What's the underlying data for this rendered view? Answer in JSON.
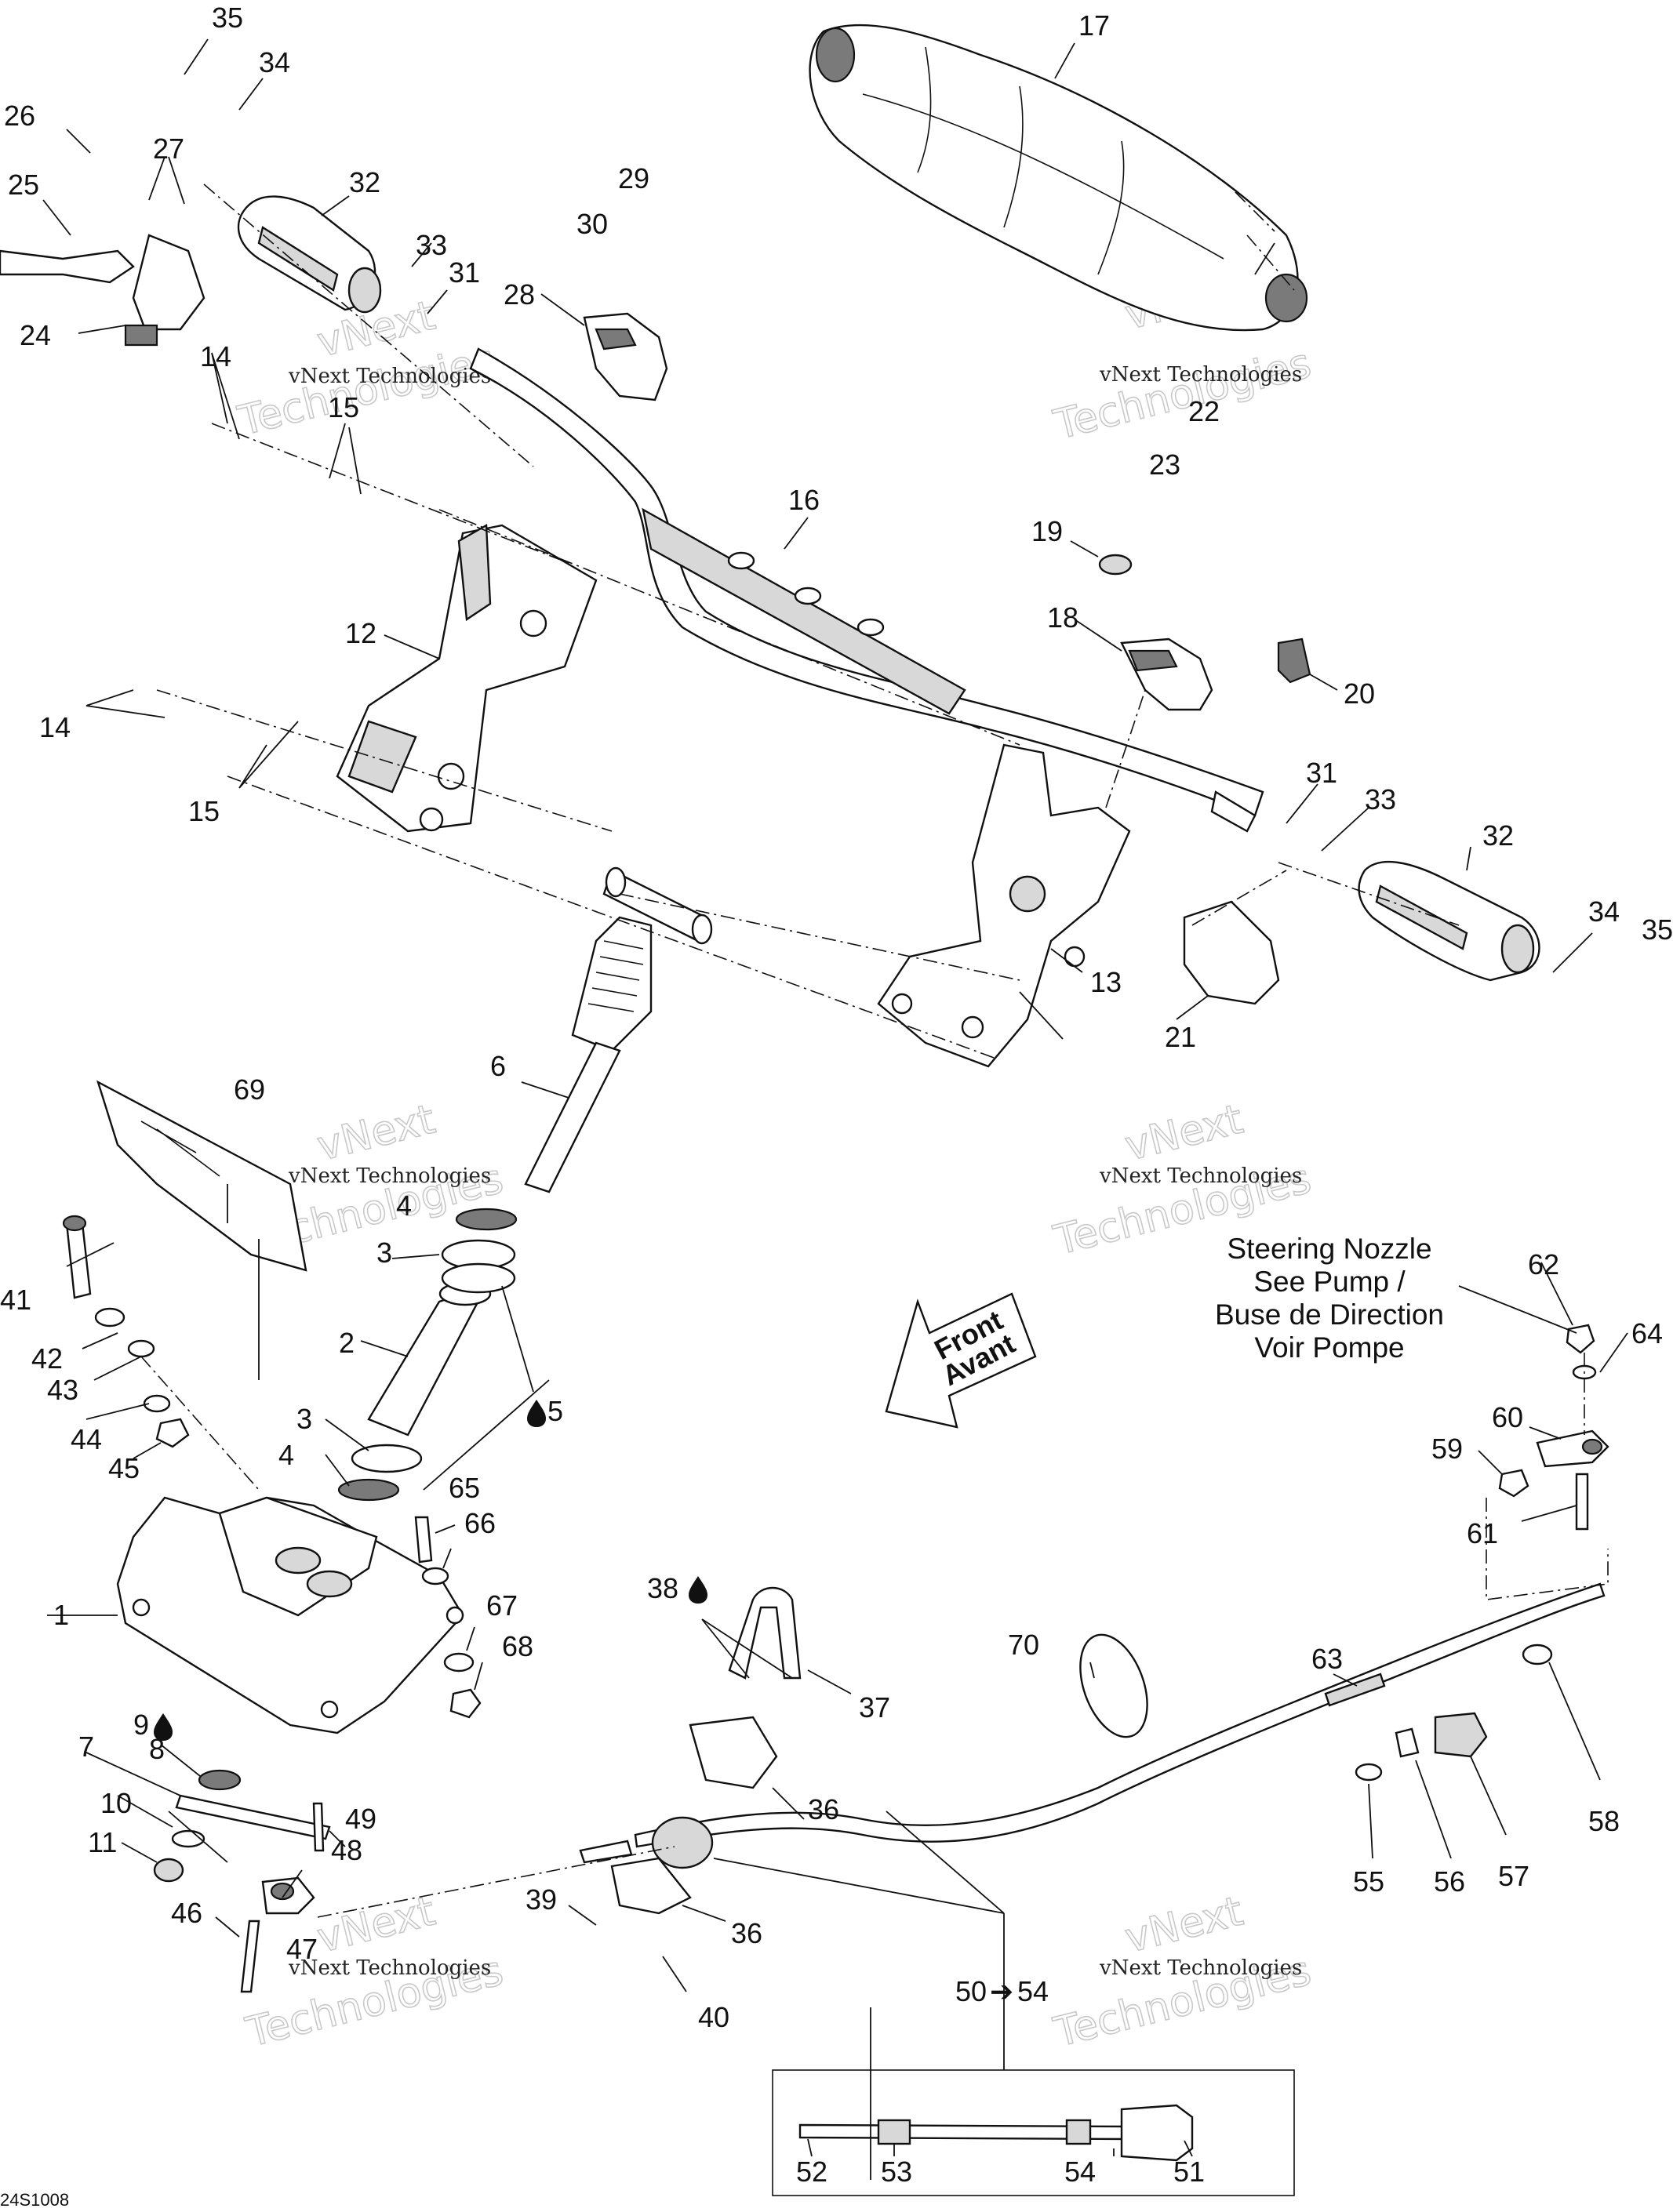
{
  "diagram_code": "24S1008",
  "watermark": {
    "line1": "vNext Technologies",
    "big_line1": "vNext",
    "big_line2": "Technologies"
  },
  "note": {
    "line1": "Steering Nozzle",
    "line2": "See Pump /",
    "line3": "Buse de Direction",
    "line4": "Voir Pompe"
  },
  "arrow": {
    "line1": "Front",
    "line2": "Avant"
  },
  "callouts": {
    "c1": "1",
    "c2": "2",
    "c3a": "3",
    "c3b": "3",
    "c4a": "4",
    "c4b": "4",
    "c5": "5",
    "c6": "6",
    "c7": "7",
    "c8": "8",
    "c9": "9",
    "c10": "10",
    "c11": "11",
    "c12": "12",
    "c13": "13",
    "c14a": "14",
    "c14b": "14",
    "c15a": "15",
    "c15b": "15",
    "c16": "16",
    "c17": "17",
    "c18": "18",
    "c19": "19",
    "c20": "20",
    "c21": "21",
    "c22": "22",
    "c23": "23",
    "c24": "24",
    "c25": "25",
    "c26": "26",
    "c27": "27",
    "c28": "28",
    "c29": "29",
    "c30": "30",
    "c31a": "31",
    "c31b": "31",
    "c32a": "32",
    "c32b": "32",
    "c33a": "33",
    "c33b": "33",
    "c34a": "34",
    "c34b": "34",
    "c35a": "35",
    "c35b": "35",
    "c36a": "36",
    "c36b": "36",
    "c37": "37",
    "c38": "38",
    "c39": "39",
    "c40": "40",
    "c41": "41",
    "c42": "42",
    "c43": "43",
    "c44": "44",
    "c45": "45",
    "c46": "46",
    "c47": "47",
    "c48": "48",
    "c49": "49",
    "c50to54": "50",
    "c50to54b": "54",
    "c51": "51",
    "c52": "52",
    "c53": "53",
    "c54": "54",
    "c55": "55",
    "c56": "56",
    "c57": "57",
    "c58": "58",
    "c59": "59",
    "c60": "60",
    "c61": "61",
    "c62": "62",
    "c63": "63",
    "c64": "64",
    "c65": "65",
    "c66": "66",
    "c67": "67",
    "c68": "68",
    "c69": "69",
    "c70": "70"
  }
}
